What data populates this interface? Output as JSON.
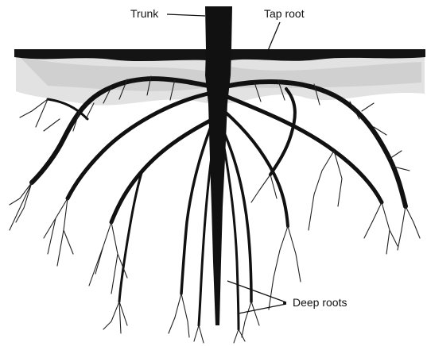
{
  "labels": {
    "trunk": "Trunk",
    "tap_root": "Tap root",
    "deep_roots": "Deep roots"
  },
  "colors": {
    "ink": "#111111",
    "soil_band": "#1a1a1a",
    "topsoil_speckle": "#b8b8b8",
    "background": "#ffffff"
  }
}
